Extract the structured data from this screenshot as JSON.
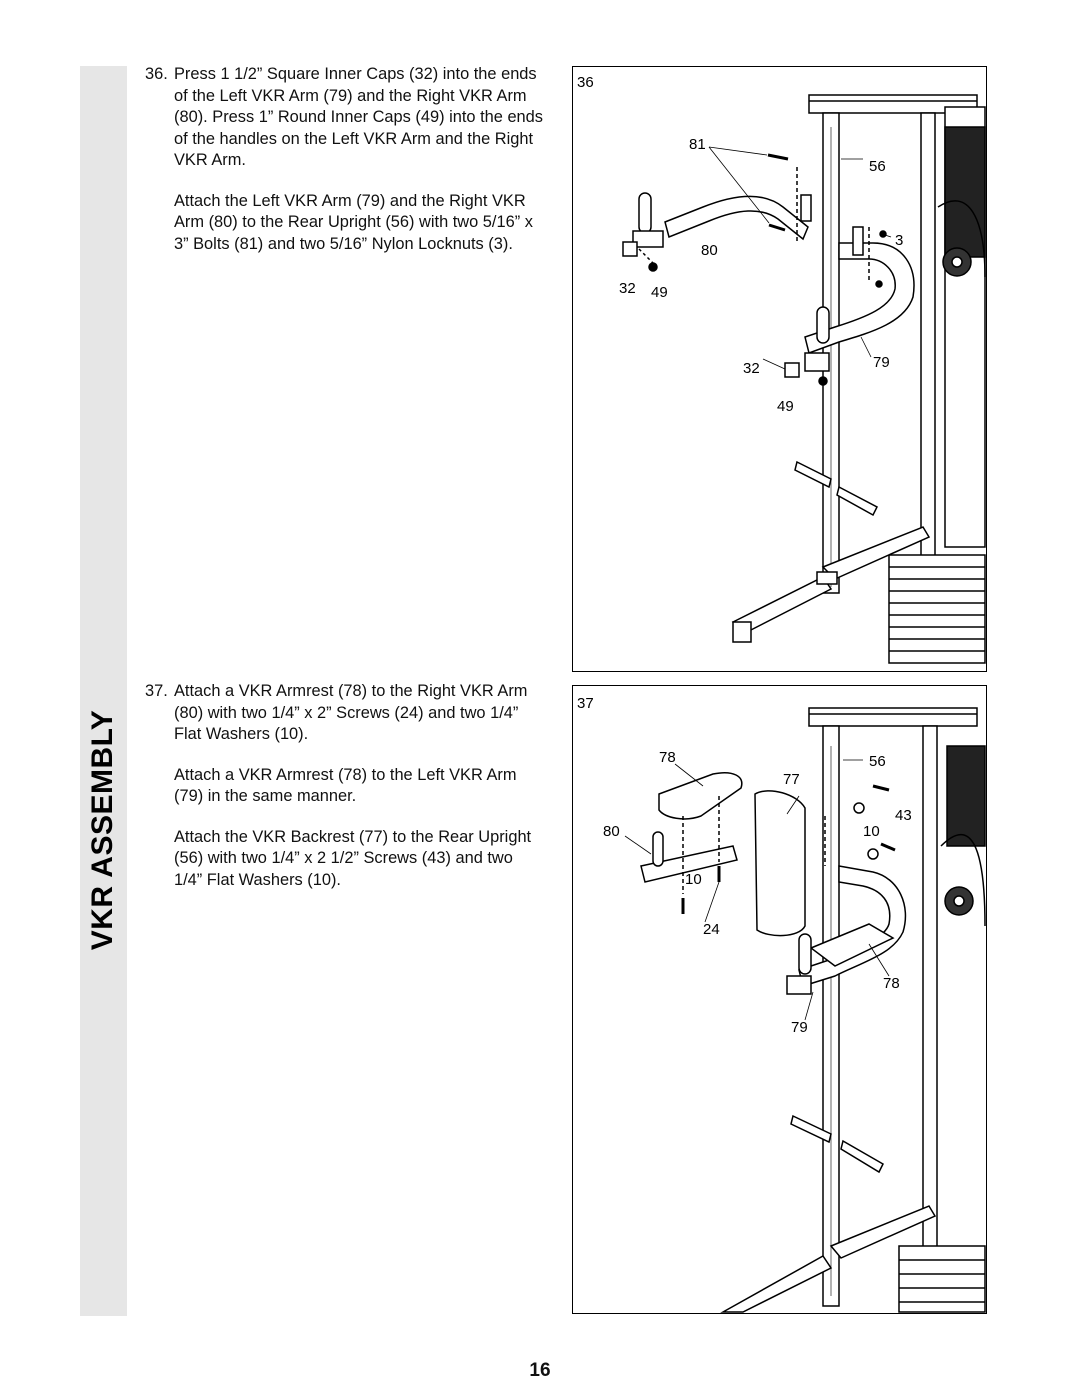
{
  "sidebar": {
    "title": "VKR ASSEMBLY"
  },
  "steps": [
    {
      "number": "36.",
      "paragraphs": [
        "Press 1 1/2” Square Inner Caps (32) into the ends of the Left VKR Arm (79) and the Right VKR Arm (80). Press 1” Round Inner Caps (49) into the ends of the handles on the Left VKR Arm and the Right VKR Arm.",
        "Attach the Left VKR Arm (79) and the Right VKR Arm (80) to the Rear Upright (56) with two 5/16” x 3” Bolts (81) and two 5/16” Nylon Locknuts (3)."
      ]
    },
    {
      "number": "37.",
      "paragraphs": [
        "Attach a VKR Armrest (78) to the Right VKR Arm (80) with two 1/4” x 2” Screws (24) and two 1/4” Flat Washers (10).",
        "Attach a VKR Armrest (78) to the Left VKR Arm (79) in the same manner.",
        "Attach the VKR Backrest (77) to the Rear Upright (56) with two 1/4” x 2 1/2” Screws (43) and two 1/4” Flat Washers (10)."
      ]
    }
  ],
  "figures": [
    {
      "number": "36",
      "callouts": {
        "c81": "81",
        "c56": "56",
        "c3": "3",
        "c80": "80",
        "c32a": "32",
        "c49a": "49",
        "c32b": "32",
        "c79": "79",
        "c49b": "49"
      }
    },
    {
      "number": "37",
      "callouts": {
        "c78a": "78",
        "c56": "56",
        "c77": "77",
        "c43": "43",
        "c80": "80",
        "c10a": "10",
        "c10b": "10",
        "c24": "24",
        "c78b": "78",
        "c79": "79"
      }
    }
  ],
  "page_number": "16"
}
